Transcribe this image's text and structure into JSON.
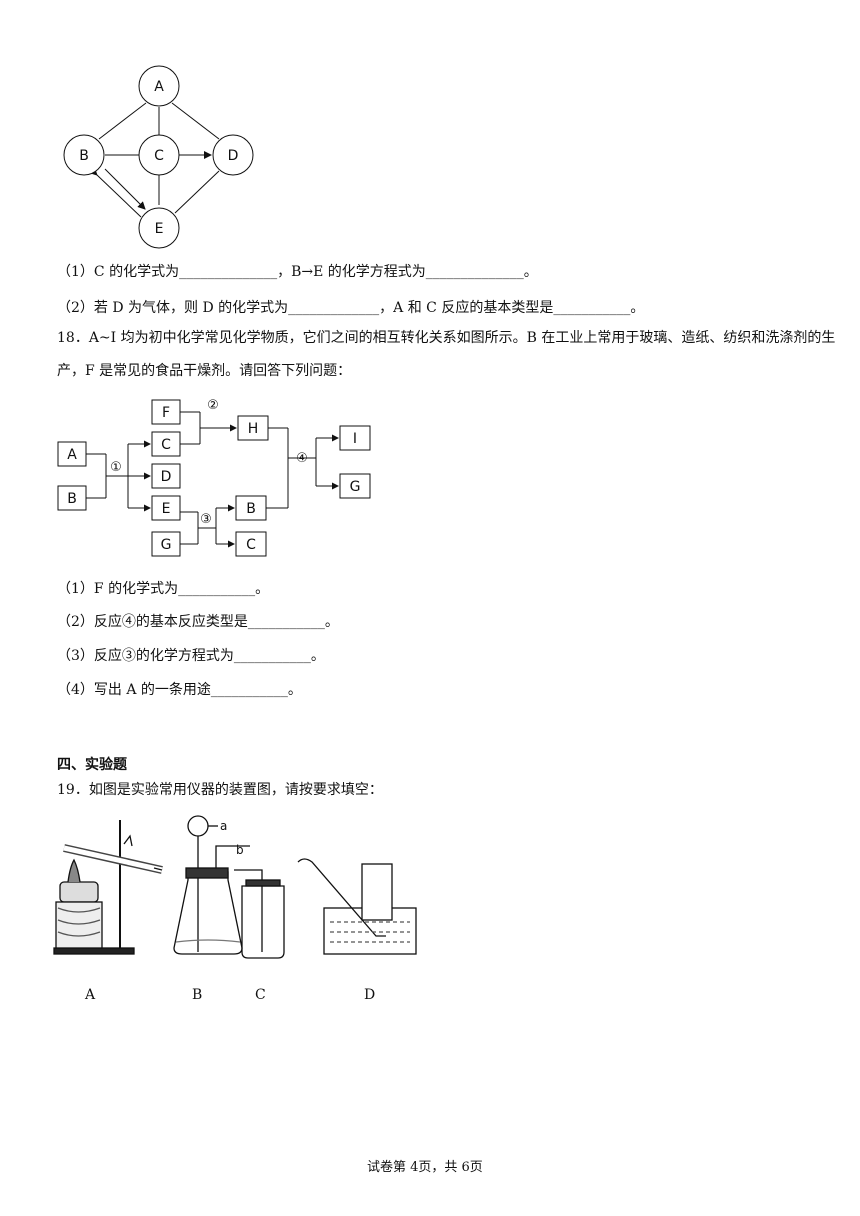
{
  "diagram1": {
    "nodes": {
      "A": "A",
      "B": "B",
      "C": "C",
      "D": "D",
      "E": "E"
    }
  },
  "q17": {
    "p1": "（1）C 的化学式为______________，B→E 的化学方程式为______________。",
    "p2": "（2）若 D 为气体，则 D 的化学式为_____________，A 和 C 反应的基本类型是___________。"
  },
  "q18": {
    "stem": "18．A~I 均为初中化学常见化学物质，它们之间的相互转化关系如图所示。B 在工业上常用于玻璃、造纸、纺织和洗涤剂的生产，F 是常见的食品干燥剂。请回答下列问题：",
    "boxes": {
      "A": "A",
      "B_in": "B",
      "F": "F",
      "C_top": "C",
      "D": "D",
      "E": "E",
      "G_in": "G",
      "H": "H",
      "B_out": "B",
      "C_out": "C",
      "I": "I",
      "G_out": "G"
    },
    "marks": {
      "r1": "①",
      "r2": "②",
      "r3": "③",
      "r4": "④"
    },
    "p1": "（1）F 的化学式为___________。",
    "p2": "（2）反应④的基本反应类型是___________。",
    "p3": "（3）反应③的化学方程式为___________。",
    "p4": "（4）写出 A 的一条用途___________。"
  },
  "section4": {
    "title": "四、实验题"
  },
  "q19": {
    "stem": "19．如图是实验常用仪器的装置图，请按要求填空：",
    "labels": {
      "a": "a",
      "b": "b"
    },
    "captions": {
      "A": "A",
      "B": "B",
      "C": "C",
      "D": "D"
    }
  },
  "footer": {
    "text": "试卷第 4页，共 6页"
  }
}
